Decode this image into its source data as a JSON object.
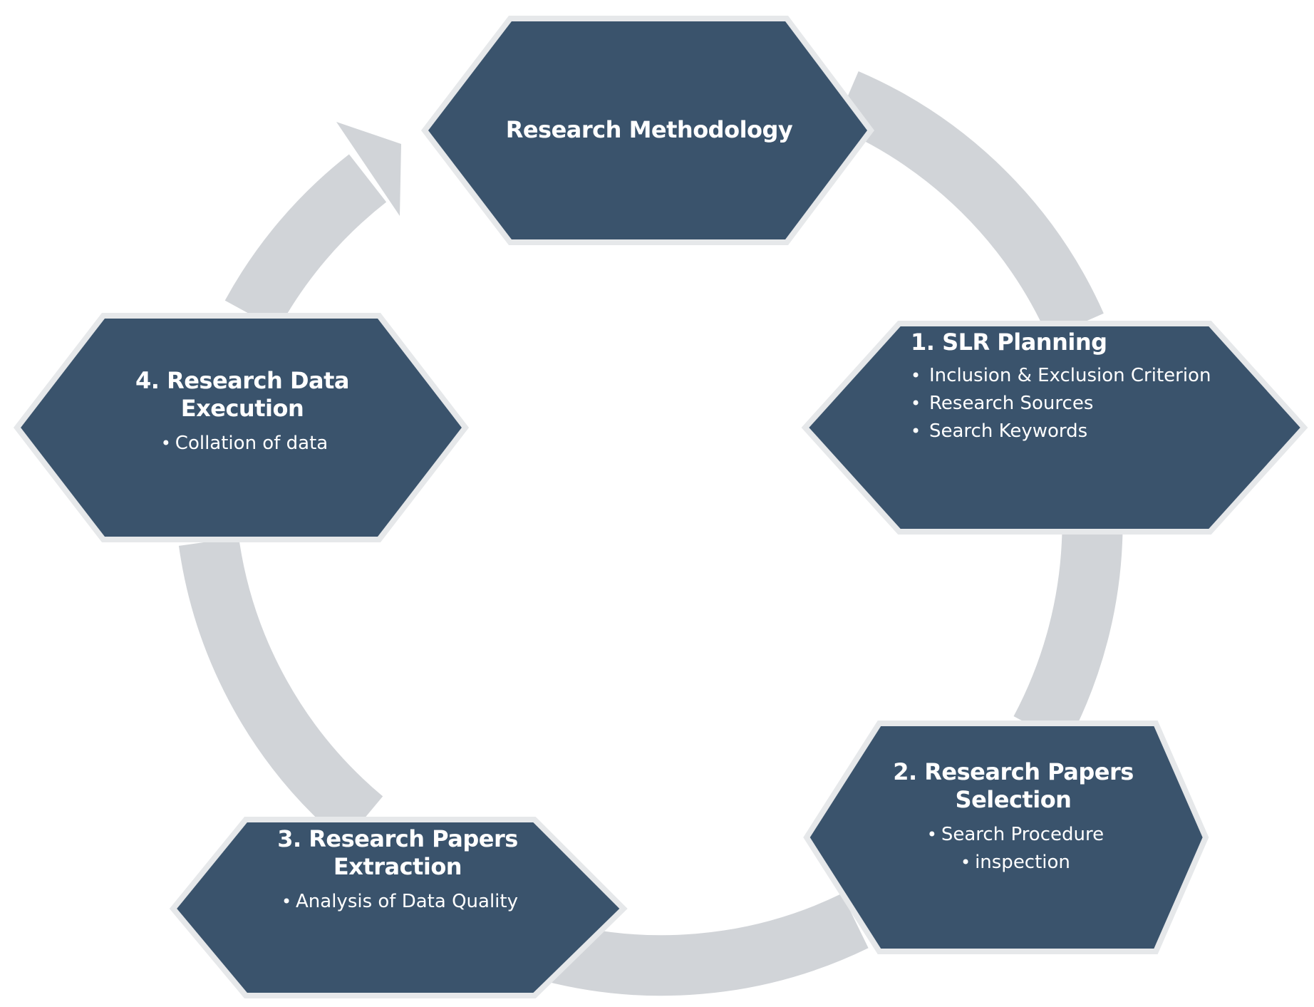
{
  "diagram": {
    "colors": {
      "hex_fill": "#3a536c",
      "hex_border": "#e6e8ea",
      "arrow": "#d1d4d8",
      "text": "#ffffff"
    },
    "center": {
      "title": "Research Methodology"
    },
    "steps": [
      {
        "title": "1. SLR Planning",
        "bullets": [
          "Inclusion & Exclusion Criterion",
          "Research Sources",
          "Search Keywords"
        ]
      },
      {
        "title": "2. Research Papers Selection",
        "bullets": [
          "Search Procedure",
          "inspection"
        ]
      },
      {
        "title": "3. Research Papers Extraction",
        "bullets": [
          "Analysis of Data Quality"
        ]
      },
      {
        "title": "4. Research Data Execution",
        "bullets": [
          "Collation of data"
        ]
      }
    ]
  }
}
